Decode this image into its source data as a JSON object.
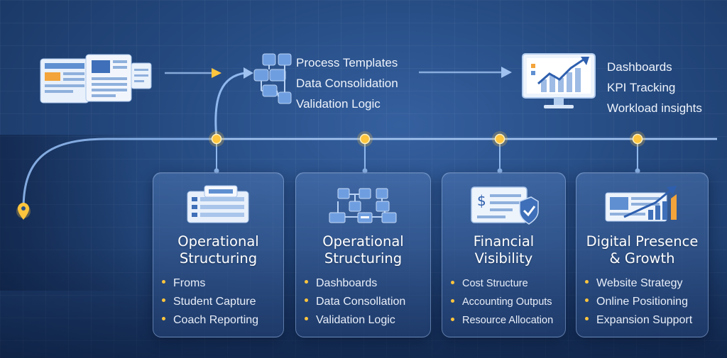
{
  "top": {
    "process_list": [
      "Process Templates",
      "Data Consolidation",
      "Validation Logic"
    ],
    "output_list": [
      "Dashboards",
      "KPI Tracking",
      "Workload insights"
    ]
  },
  "cards": [
    {
      "title_lines": [
        "Operational",
        "Structuring"
      ],
      "items": [
        "Froms",
        "Student Capture",
        "Coach Reporting"
      ]
    },
    {
      "title_lines": [
        "Operational",
        "Structuring"
      ],
      "items": [
        "Dashboards",
        "Data Consollation",
        "Validation Logic"
      ]
    },
    {
      "title_lines": [
        "Financial",
        "Visibility"
      ],
      "items": [
        "Cost Structure",
        "Accounting Outputs",
        "Resource Allocation"
      ]
    },
    {
      "title_lines": [
        "Digital Presence",
        "& Growth"
      ],
      "items": [
        "Website Strategy",
        "Online Positioning",
        "Expansion Support"
      ]
    }
  ],
  "icons": {
    "top_left": "forms-documents-icon",
    "top_middle": "workflow-icon",
    "top_right": "analytics-monitor-icon",
    "card_1": "forms-icon",
    "card_2": "flowchart-icon",
    "card_3": "invoice-shield-icon",
    "card_4": "growth-chart-icon"
  },
  "colors": {
    "accent_gold": "#ffc53d",
    "timeline": "#8fb8ee",
    "card_border": "#aac8f5",
    "background": "#24497f"
  }
}
